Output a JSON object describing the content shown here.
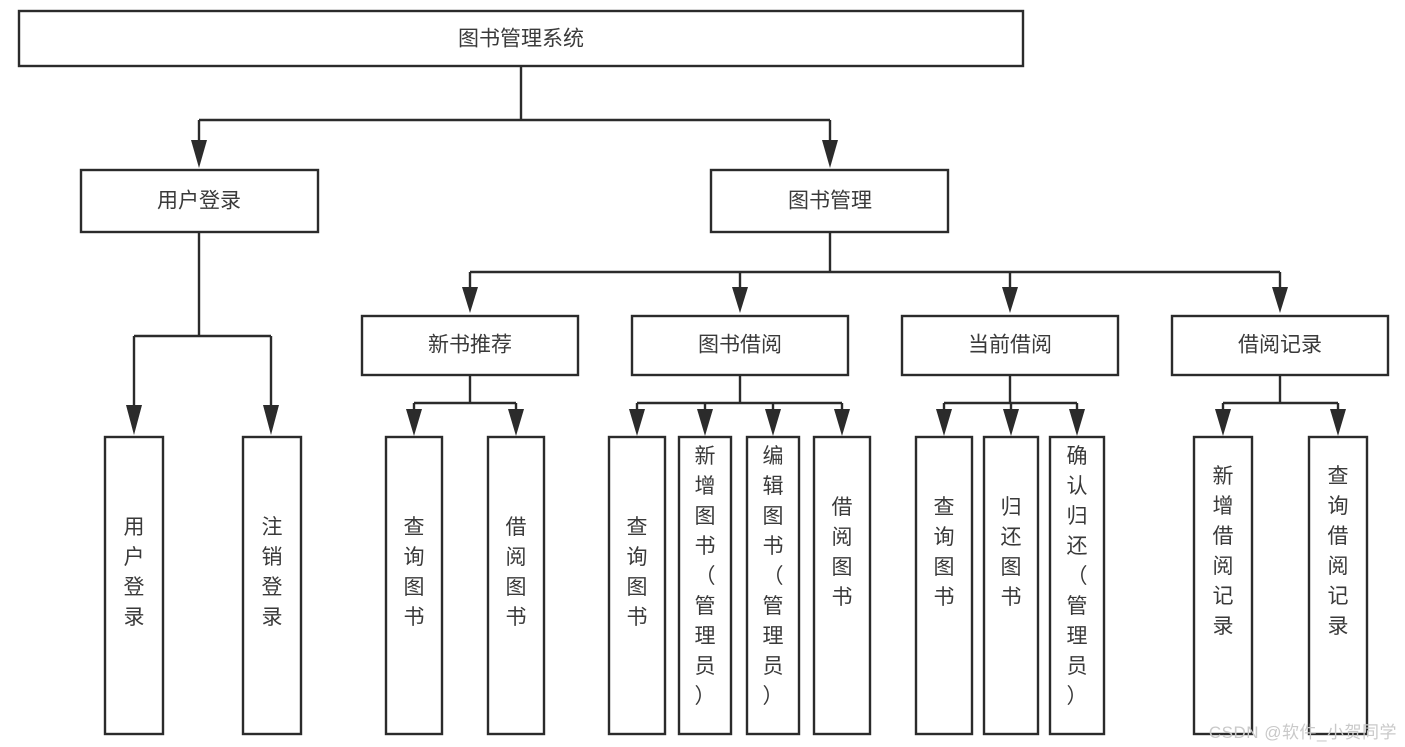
{
  "diagram": {
    "title": "图书管理系统",
    "type": "tree-hierarchy-chart",
    "orientation": "top-down",
    "colors": {
      "box_fill": "#ffffff",
      "box_stroke": "#2b2b2b",
      "text": "#3a3a3a",
      "connector": "#2b2b2b",
      "background": "#ffffff",
      "watermark": "#c9c9c9"
    },
    "levels": {
      "level1": [
        {
          "id": "root",
          "label": "图书管理系统",
          "orient": "horizontal"
        }
      ],
      "level2": [
        {
          "id": "user-login",
          "label": "用户登录",
          "orient": "horizontal"
        },
        {
          "id": "book-manage",
          "label": "图书管理",
          "orient": "horizontal"
        }
      ],
      "level3": [
        {
          "id": "new-book-rec",
          "label": "新书推荐",
          "orient": "horizontal"
        },
        {
          "id": "book-borrow",
          "label": "图书借阅",
          "orient": "horizontal"
        },
        {
          "id": "current-borrow",
          "label": "当前借阅",
          "orient": "horizontal"
        },
        {
          "id": "borrow-record",
          "label": "借阅记录",
          "orient": "horizontal"
        }
      ],
      "level4": [
        {
          "id": "leaf-user-login",
          "label": "用户登录",
          "orient": "vertical",
          "parent": "user-login"
        },
        {
          "id": "leaf-logout",
          "label": "注销登录",
          "orient": "vertical",
          "parent": "user-login"
        },
        {
          "id": "leaf-query-book-1",
          "label": "查询图书",
          "orient": "vertical",
          "parent": "new-book-rec"
        },
        {
          "id": "leaf-borrow-book-1",
          "label": "借阅图书",
          "orient": "vertical",
          "parent": "new-book-rec"
        },
        {
          "id": "leaf-query-book-2",
          "label": "查询图书",
          "orient": "vertical",
          "parent": "book-borrow"
        },
        {
          "id": "leaf-add-book",
          "label": "新增图书（管理员）",
          "orient": "vertical",
          "parent": "book-borrow"
        },
        {
          "id": "leaf-edit-book",
          "label": "编辑图书（管理员）",
          "orient": "vertical",
          "parent": "book-borrow"
        },
        {
          "id": "leaf-borrow-book-2",
          "label": "借阅图书",
          "orient": "vertical",
          "parent": "book-borrow"
        },
        {
          "id": "leaf-query-book-3",
          "label": "查询图书",
          "orient": "vertical",
          "parent": "current-borrow"
        },
        {
          "id": "leaf-return-book",
          "label": "归还图书",
          "orient": "vertical",
          "parent": "current-borrow"
        },
        {
          "id": "leaf-confirm-return",
          "label": "确认归还（管理员）",
          "orient": "vertical",
          "parent": "current-borrow"
        },
        {
          "id": "leaf-add-record",
          "label": "新增借阅记录",
          "orient": "vertical",
          "parent": "borrow-record"
        },
        {
          "id": "leaf-query-record",
          "label": "查询借阅记录",
          "orient": "vertical",
          "parent": "borrow-record"
        }
      ]
    }
  },
  "watermark": {
    "text": "CSDN @软件_小贺同学"
  }
}
